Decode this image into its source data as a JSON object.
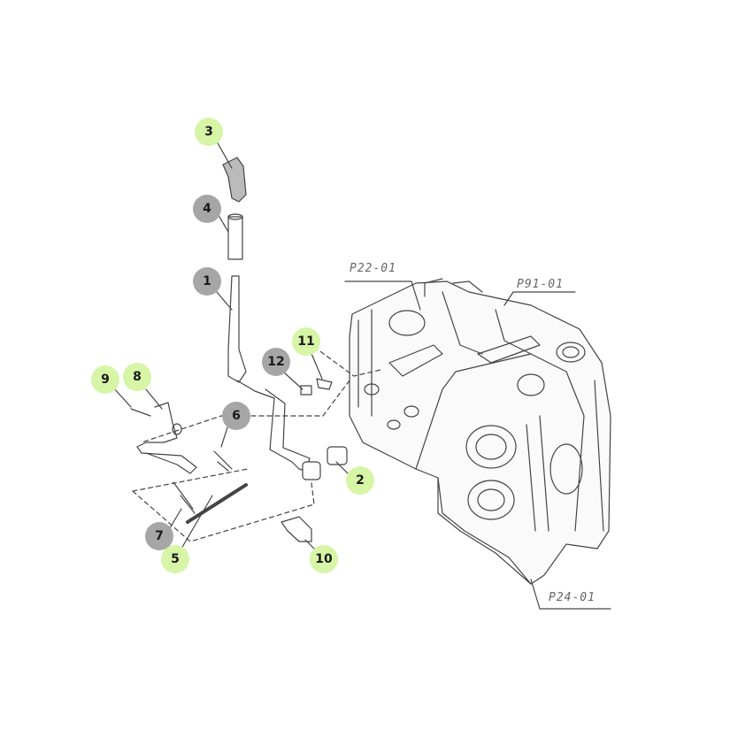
{
  "colors": {
    "green": "#d7f5a6",
    "grey": "#a6a6a6",
    "line": "#444444"
  },
  "callouts": [
    {
      "id": "3",
      "color": "green"
    },
    {
      "id": "4",
      "color": "grey"
    },
    {
      "id": "1",
      "color": "grey"
    },
    {
      "id": "11",
      "color": "green"
    },
    {
      "id": "12",
      "color": "grey"
    },
    {
      "id": "9",
      "color": "green"
    },
    {
      "id": "8",
      "color": "green"
    },
    {
      "id": "6",
      "color": "grey"
    },
    {
      "id": "2",
      "color": "green"
    },
    {
      "id": "7",
      "color": "grey"
    },
    {
      "id": "5",
      "color": "green"
    },
    {
      "id": "10",
      "color": "green"
    }
  ],
  "refs": {
    "p22": "P22-01",
    "p91": "P91-01",
    "p24": "P24-01"
  }
}
